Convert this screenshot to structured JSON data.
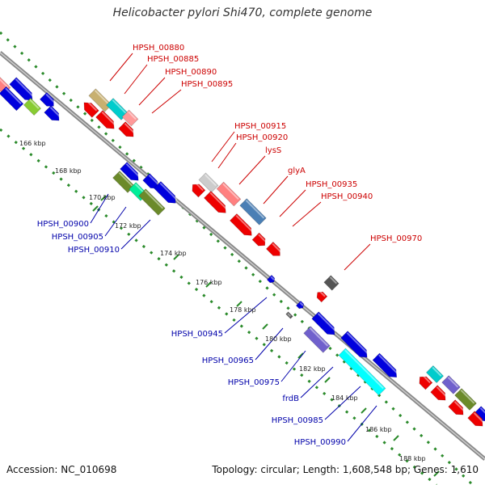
{
  "title": "Helicobacter pylori Shi470, complete genome",
  "footer": {
    "accession": "Accession: NC_010698",
    "summary": "Topology: circular; Length: 1,608,548 bp; Genes: 1,610"
  },
  "colors": {
    "forward_label": "#cc0000",
    "reverse_label": "#0000aa",
    "backbone": "#888888",
    "ruler": "#2a8a2a"
  },
  "ruler_labels": [
    "166 kbp",
    "168 kbp",
    "170 kbp",
    "172 kbp",
    "174 kbp",
    "176 kbp",
    "178 kbp",
    "180 kbp",
    "182 kbp",
    "184 kbp",
    "186 kbp",
    "188 kbp"
  ],
  "forward_labels": [
    "HPSH_00880",
    "HPSH_00885",
    "HPSH_00890",
    "HPSH_00895",
    "HPSH_00915",
    "HPSH_00920",
    "lysS",
    "glyA",
    "HPSH_00935",
    "HPSH_00940",
    "HPSH_00970"
  ],
  "reverse_labels": [
    "HPSH_00900",
    "HPSH_00905",
    "HPSH_00910",
    "HPSH_00945",
    "HPSH_00965",
    "HPSH_00975",
    "frdB",
    "HPSH_00985",
    "HPSH_00990"
  ]
}
